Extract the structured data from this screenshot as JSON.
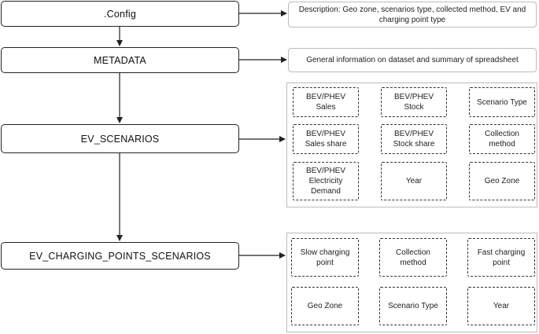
{
  "nodes": {
    "config": ".Config",
    "metadata": "METADATA",
    "ev_scenarios": "EV_SCENARIOS",
    "ev_charging_points_scenarios": "EV_CHARGING_POINTS_SCENARIOS"
  },
  "descriptions": {
    "config": "Description: Geo zone, scenarios type, collected method, EV and charging point type",
    "metadata": "General information on dataset and summary of spreadsheet"
  },
  "ev_scenarios_fields": [
    "BEV/PHEV\nSales",
    "BEV/PHEV\nStock",
    "Scenario Type",
    "BEV/PHEV\nSales share",
    "BEV/PHEV\nStock share",
    "Collection\nmethod",
    "BEV/PHEV\nElectricity\nDemand",
    "Year",
    "Geo Zone"
  ],
  "charging_points_fields": [
    "Slow  charging\npoint",
    "Collection\nmethod",
    "Fast  charging\npoint",
    "Geo Zone",
    "Scenario Type",
    "Year"
  ]
}
